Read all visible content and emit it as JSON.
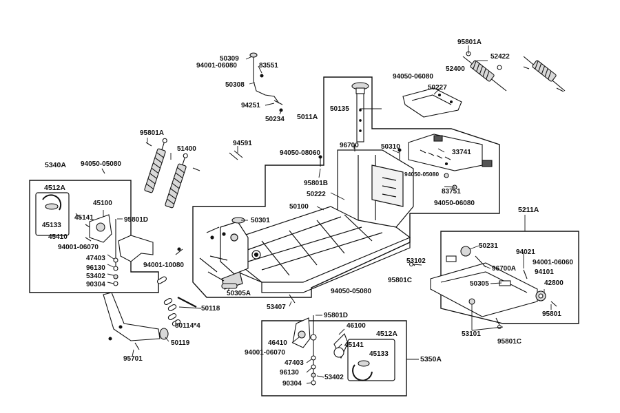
{
  "labels": {
    "p95801A_top": "95801A",
    "p52422": "52422",
    "p52400": "52400",
    "p50309": "50309",
    "p94001_06080_a": "94001-06080",
    "p83551": "83551",
    "p50308": "50308",
    "p94251": "94251",
    "p50234": "50234",
    "p94050_06080_a": "94050-06080",
    "p50227": "50227",
    "p5011A": "5011A",
    "p50135": "50135",
    "p95801A_left": "95801A",
    "p51400": "51400",
    "p94591": "94591",
    "p96700": "96700",
    "p50310": "50310",
    "p33741": "33741",
    "p94050_08060": "94050-08060",
    "p94050_05080_mid": "94050-05080",
    "p83751": "83751",
    "p94050_06080_b": "94050-06080",
    "p5340A": "5340A",
    "p94050_05080_left": "94050-05080",
    "p4512A_left": "4512A",
    "p45100": "45100",
    "p45141_left": "45141",
    "p95801D_left": "95801D",
    "p45133_left": "45133",
    "p45410": "45410",
    "p94001_06070_left": "94001-06070",
    "p47403_left": "47403",
    "p96130_left": "96130",
    "p53402_left": "53402",
    "p90304_left": "90304",
    "p95801B": "95801B",
    "p50222": "50222",
    "p50100": "50100",
    "p50301": "50301",
    "p94001_10080": "94001-10080",
    "p50305A": "50305A",
    "p53407": "53407",
    "p50118": "50118",
    "p50114": "50114*4",
    "p50119": "50119",
    "p95701": "95701",
    "p5211A": "5211A",
    "p50231": "50231",
    "p94021": "94021",
    "p53102": "53102",
    "p96700A": "96700A",
    "p94001_06060": "94001-06060",
    "p94101": "94101",
    "p95801C_top": "95801C",
    "p50305": "50305",
    "p42800": "42800",
    "p95801": "95801",
    "p53101": "53101",
    "p95801C_bot": "95801C",
    "p94050_05080_bot": "94050-05080",
    "p95801D_bot": "95801D",
    "p46100": "46100",
    "p46410": "46410",
    "p45141_bot": "45141",
    "p4512A_bot": "4512A",
    "p94001_06070_bot": "94001-06070",
    "p45133_bot": "45133",
    "p47403_bot": "47403",
    "p5350A": "5350A",
    "p96130_bot": "96130",
    "p53402_bot": "53402",
    "p90304_bot": "90304"
  },
  "colors": {
    "line": "#111111",
    "shade": "#d9d9d9",
    "dark": "#555555"
  }
}
